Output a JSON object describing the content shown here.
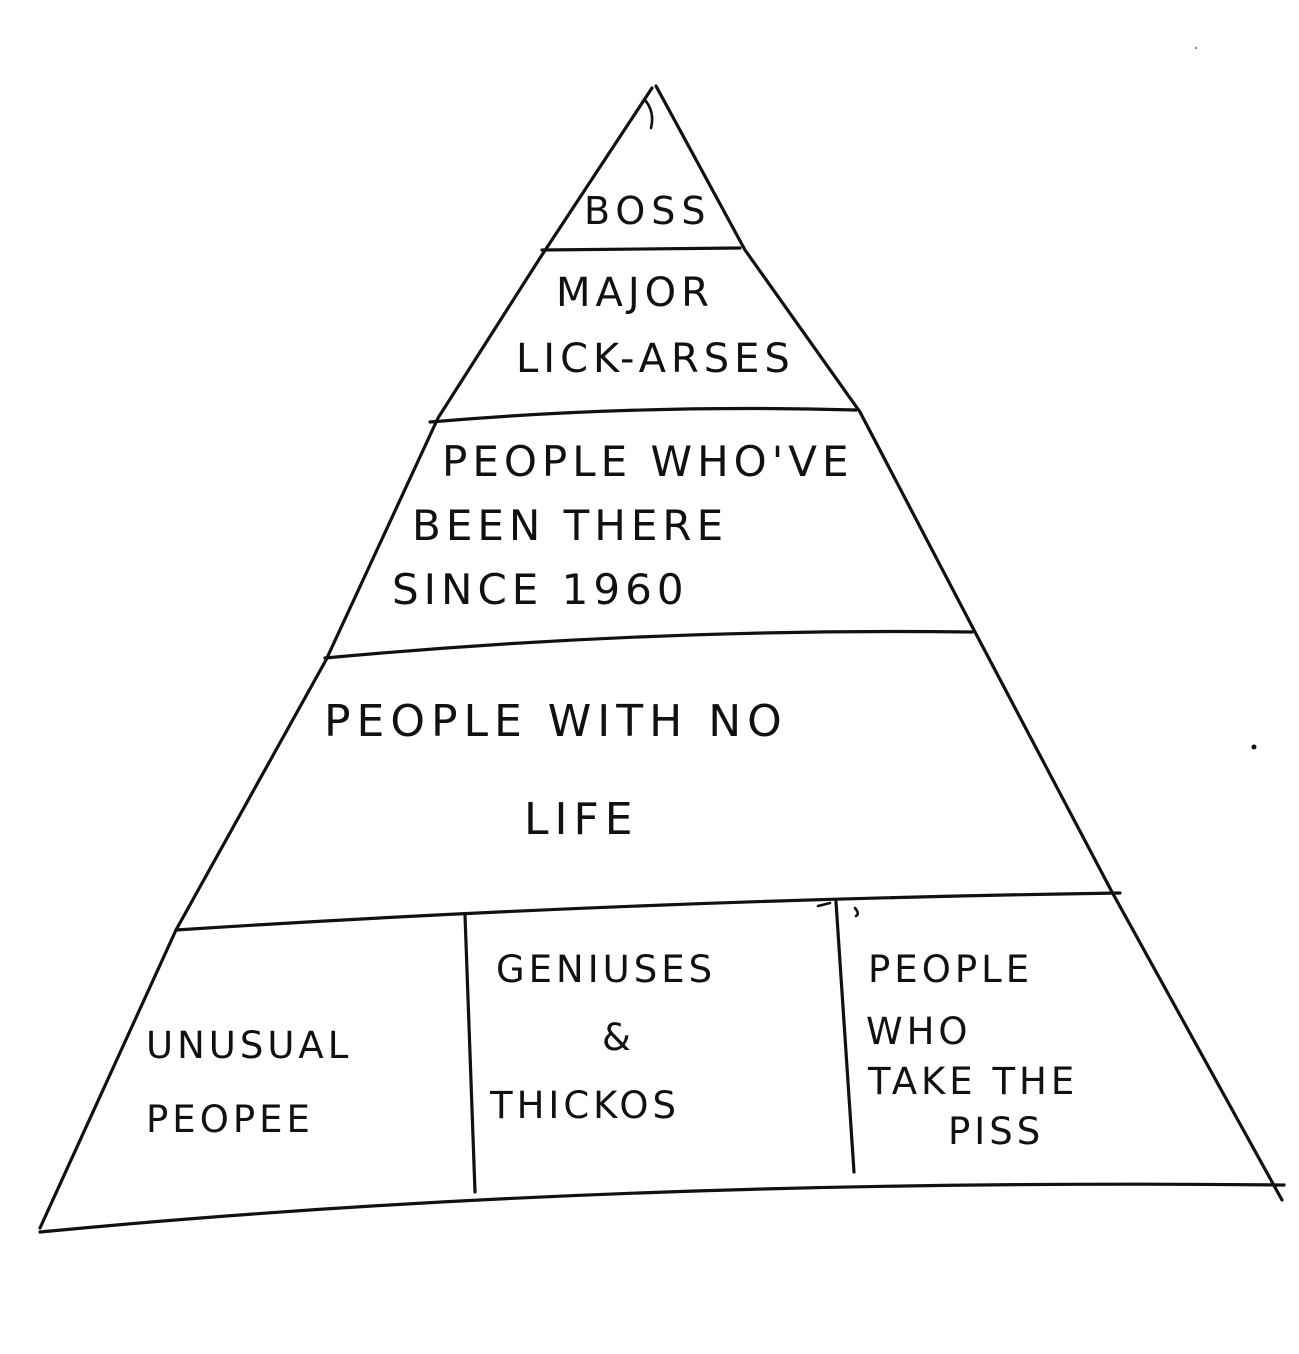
{
  "pyramid": {
    "tiers": [
      {
        "id": "boss",
        "lines": [
          "BOSS"
        ]
      },
      {
        "id": "major-lick-arses",
        "lines": [
          "MAJOR",
          "LICK-ARSES"
        ]
      },
      {
        "id": "people-since-1960",
        "lines": [
          "PEOPLE WHO'VE",
          "BEEN THERE",
          "SINCE 1960"
        ]
      },
      {
        "id": "people-no-life",
        "lines": [
          "PEOPLE WITH NO",
          "LIFE"
        ]
      }
    ],
    "base_cells": [
      {
        "id": "unusual-people",
        "lines": [
          "UNUSUAL",
          "PEOPEE"
        ]
      },
      {
        "id": "geniuses-thickos",
        "lines": [
          "GENIUSES",
          "&",
          "THICKOS"
        ]
      },
      {
        "id": "people-take-piss",
        "lines": [
          "PEOPLE",
          "WHO",
          "TAKE THE",
          "PISS"
        ]
      }
    ]
  }
}
